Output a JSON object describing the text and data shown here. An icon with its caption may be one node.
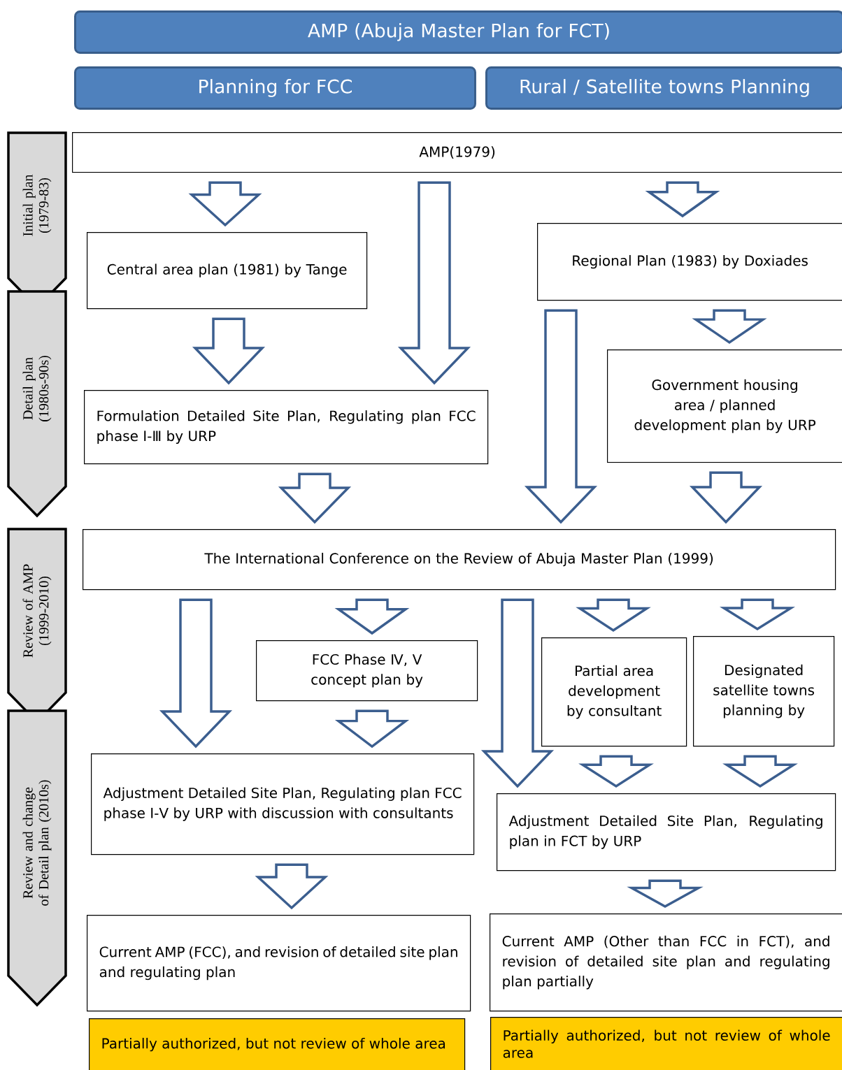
{
  "diagram": {
    "nodes": [
      {
        "text": [
          "AMP (Abuja Master Plan for FCT)"
        ]
      },
      {
        "text": [
          "Planning for FCC"
        ]
      },
      {
        "text": [
          "Rural / Satellite towns Planning"
        ]
      },
      {
        "text": [
          "AMP(1979)"
        ]
      },
      {
        "text": [
          "Central area plan (1981) by Tange"
        ]
      },
      {
        "text": [
          "Regional Plan (1983) by Doxiades"
        ]
      },
      {
        "text": [
          "Government housing area / planned development plan by URP"
        ]
      },
      {
        "text": [
          "Formulation Detailed Site Plan, Regulating plan FCC phase Ⅰ-Ⅲ by URP"
        ]
      },
      {
        "text": [
          "The International Conference on the Review of Abuja Master Plan (1999)"
        ]
      },
      {
        "text": [
          "FCC Phase Ⅳ, Ⅴ concept plan by"
        ]
      },
      {
        "text": [
          "Partial area development by consultant"
        ]
      },
      {
        "text": [
          "Designated satellite towns planning by"
        ]
      },
      {
        "text": [
          "Adjustment Detailed Site Plan, Regulating plan FCC phase Ⅰ-Ⅴ by URP with discussion with consultants"
        ]
      },
      {
        "text": [
          "Adjustment Detailed Site Plan, Regulating plan in FCT by URP"
        ]
      },
      {
        "text": [
          "Current AMP (FCC), and revision of detailed site plan and regulating plan"
        ]
      },
      {
        "text": [
          "Current AMP (Other than FCC in FCT), and revision of detailed site plan and regulating plan partially"
        ]
      },
      {
        "text": [
          "Partially authorized, but not review of whole area"
        ]
      },
      {
        "text": [
          "Partially authorized, but not review of whole area"
        ]
      },
      {
        "text": [
          "Initial plan (1979-83)"
        ]
      },
      {
        "text": [
          "Detail plan (1980s-90s)"
        ]
      },
      {
        "text": [
          "Review of AMP (1999-2010)"
        ]
      },
      {
        "text": [
          "Review and change of Detail plan (2010s)"
        ]
      }
    ],
    "edges": [
      {
        "from": 3,
        "to": 4,
        "arrow": "to"
      },
      {
        "from": 3,
        "to": 7,
        "arrow": "to"
      },
      {
        "from": 3,
        "to": 5,
        "arrow": "to"
      },
      {
        "from": 4,
        "to": 7,
        "arrow": "to"
      },
      {
        "from": 5,
        "to": 6,
        "arrow": "to"
      },
      {
        "from": 5,
        "to": 8,
        "arrow": "to"
      },
      {
        "from": 6,
        "to": 8,
        "arrow": "to"
      },
      {
        "from": 7,
        "to": 8,
        "arrow": "to"
      },
      {
        "from": 8,
        "to": 12,
        "arrow": "to"
      },
      {
        "from": 8,
        "to": 9,
        "arrow": "to"
      },
      {
        "from": 9,
        "to": 12,
        "arrow": "to"
      },
      {
        "from": 8,
        "to": 13,
        "arrow": "to"
      },
      {
        "from": 8,
        "to": 10,
        "arrow": "to"
      },
      {
        "from": 8,
        "to": 11,
        "arrow": "to"
      },
      {
        "from": 10,
        "to": 13,
        "arrow": "to"
      },
      {
        "from": 11,
        "to": 13,
        "arrow": "to"
      },
      {
        "from": 12,
        "to": 14,
        "arrow": "to"
      },
      {
        "from": 13,
        "to": 15,
        "arrow": "to"
      }
    ]
  }
}
